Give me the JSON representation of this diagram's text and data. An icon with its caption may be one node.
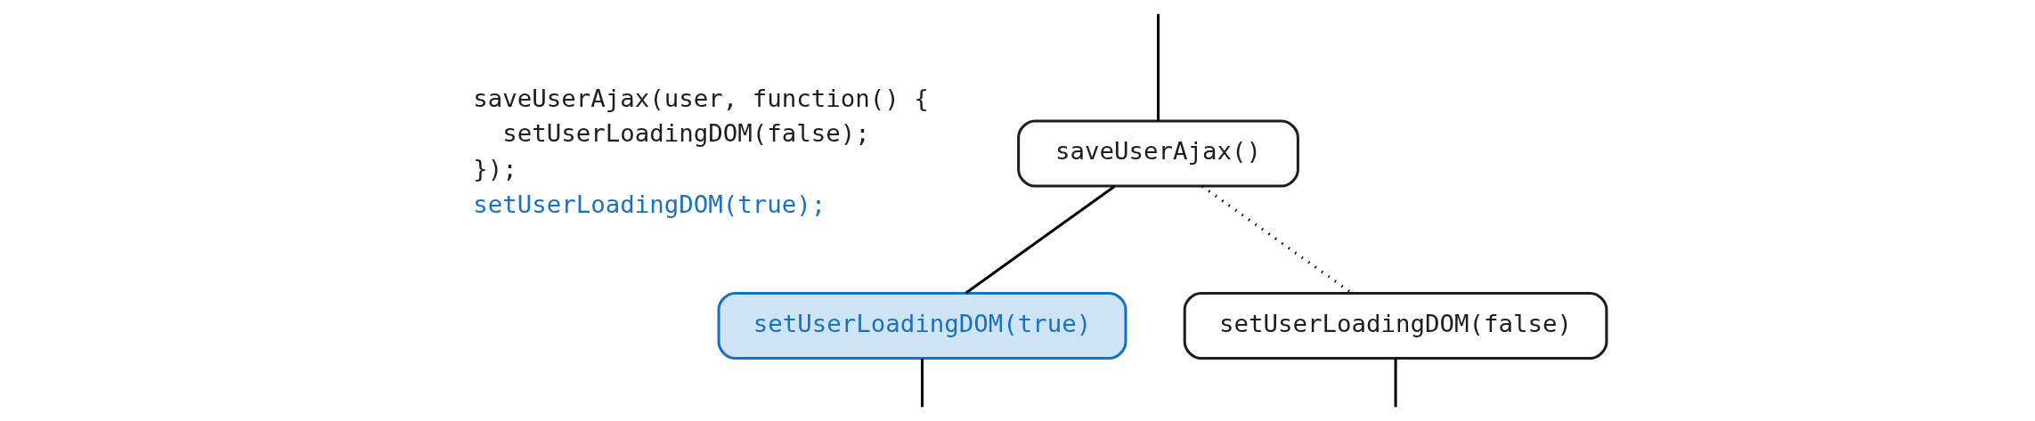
{
  "diagram": {
    "nodes": [
      {
        "text": [
          "saveUserAjax()"
        ]
      },
      {
        "text": [
          "setUserLoadingDOM(true)"
        ]
      },
      {
        "text": [
          "setUserLoadingDOM(false)"
        ]
      }
    ],
    "edges": [
      {
        "from": null,
        "to": 0,
        "arrow": "none"
      },
      {
        "from": 0,
        "to": 1,
        "arrow": "none"
      },
      {
        "from": 0,
        "to": 2,
        "arrow": "none",
        "style": "dashed"
      },
      {
        "from": 1,
        "to": null,
        "arrow": "none"
      },
      {
        "from": 2,
        "to": null,
        "arrow": "none"
      }
    ],
    "labels": [
      "saveUserAjax(user, function() {",
      "  setUserLoadingDOM(false);",
      "});",
      "setUserLoadingDOM(true);"
    ]
  }
}
